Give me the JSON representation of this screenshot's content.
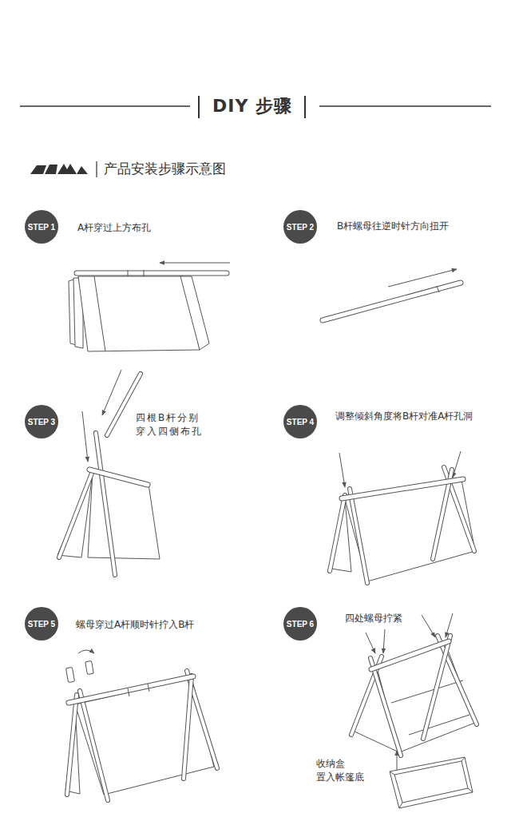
{
  "diagram": {
    "title": "DIY 步骤",
    "nodes": [
      {
        "text": [
          "STEP 1"
        ]
      },
      {
        "text": [
          "STEP 2"
        ]
      },
      {
        "text": [
          "STEP 3"
        ]
      },
      {
        "text": [
          "STEP 4"
        ]
      },
      {
        "text": [
          "STEP 5"
        ]
      },
      {
        "text": [
          "STEP 6"
        ]
      }
    ],
    "labels": [
      "产品安装步骤示意图",
      "A杆穿过上方布孔",
      "B杆螺母往逆时针方向扭开",
      "四根B杆分别 穿入四侧布孔",
      "调整倾斜角度将B杆对准A杆孔洞",
      "螺母穿过A杆顺时针拧入B杆",
      "四处螺母拧紧",
      "收纳盒 置入帐篷底"
    ]
  }
}
